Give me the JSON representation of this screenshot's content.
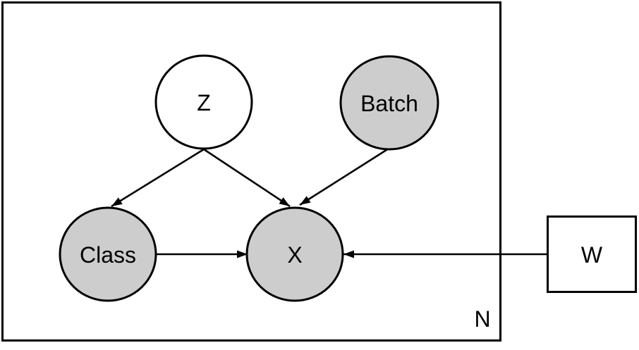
{
  "diagram": {
    "type": "graphical-model-plate-notation",
    "plate": {
      "label": "N"
    },
    "nodes": [
      {
        "id": "z",
        "label": "Z",
        "shape": "circle",
        "observed": false,
        "inside_plate": true
      },
      {
        "id": "batch",
        "label": "Batch",
        "shape": "circle",
        "observed": true,
        "inside_plate": true
      },
      {
        "id": "class",
        "label": "Class",
        "shape": "circle",
        "observed": true,
        "inside_plate": true
      },
      {
        "id": "x",
        "label": "X",
        "shape": "circle",
        "observed": true,
        "inside_plate": true
      },
      {
        "id": "w",
        "label": "W",
        "shape": "square",
        "observed": false,
        "inside_plate": false
      }
    ],
    "edges": [
      {
        "from": "Z",
        "to": "Class"
      },
      {
        "from": "Z",
        "to": "X"
      },
      {
        "from": "Batch",
        "to": "X"
      },
      {
        "from": "Class",
        "to": "X"
      },
      {
        "from": "W",
        "to": "X"
      }
    ],
    "colors": {
      "observed_fill": "#cdcdcd",
      "latent_fill": "#ffffff",
      "stroke": "#000000",
      "background": "#ffffff"
    }
  }
}
